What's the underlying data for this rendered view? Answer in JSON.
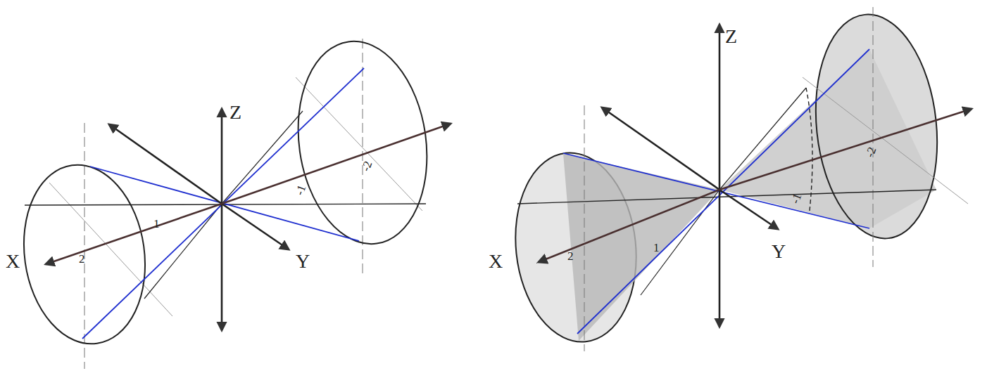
{
  "diagram": {
    "labels": [
      "Z",
      "X",
      "Y",
      "2",
      "1",
      "-1",
      "-2",
      "Z",
      "X",
      "Y",
      "2",
      "1",
      "-1",
      "-2"
    ]
  }
}
